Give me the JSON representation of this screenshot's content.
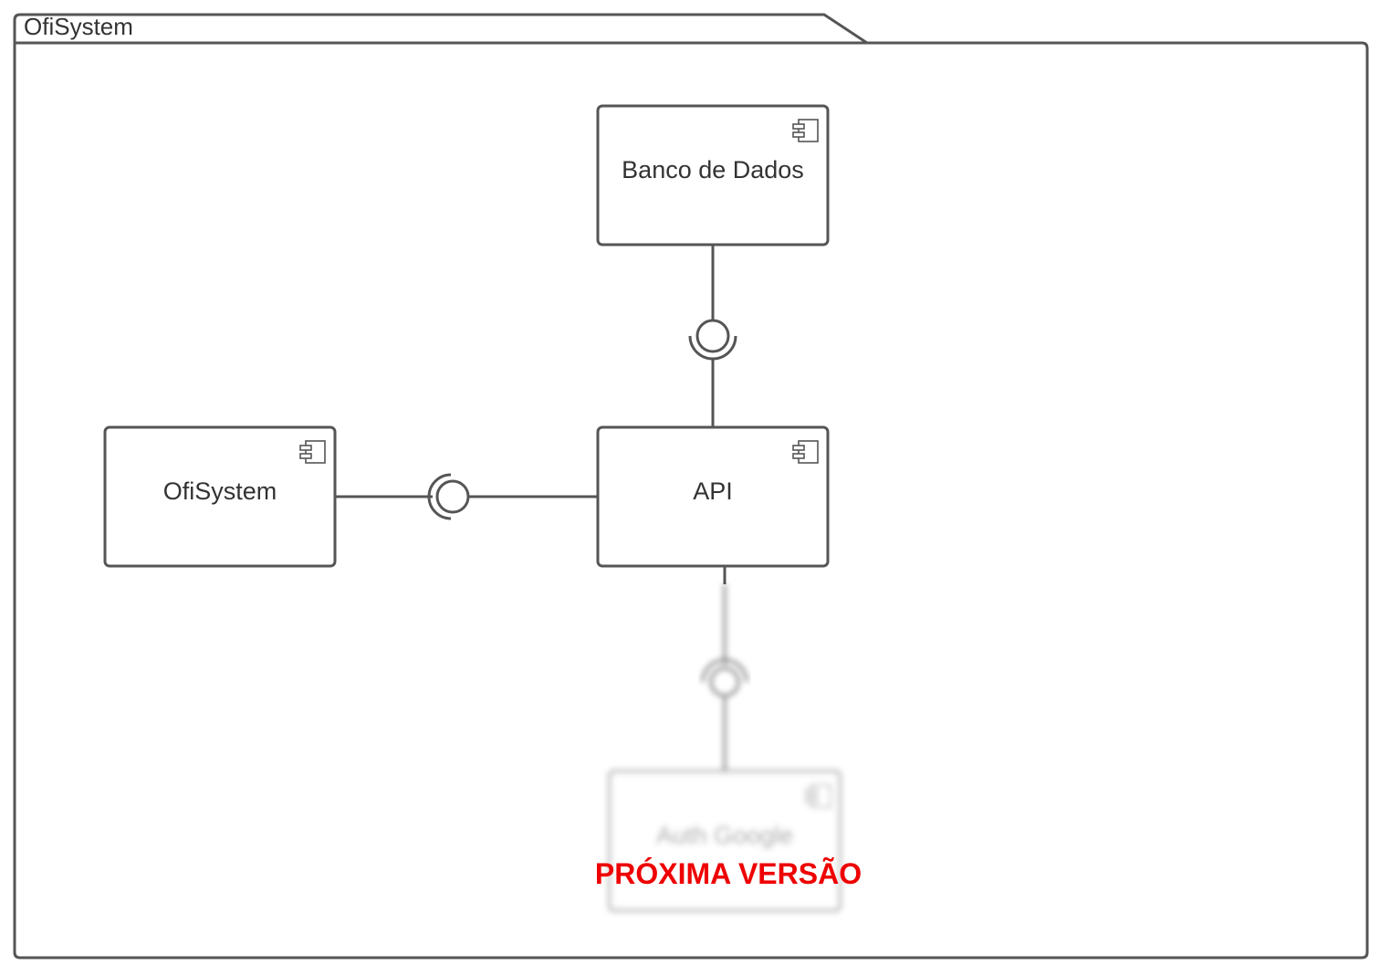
{
  "package": {
    "title": "OfiSystem"
  },
  "components": {
    "banco": {
      "label": "Banco de Dados",
      "icon": "component-icon"
    },
    "ofisystem": {
      "label": "OfiSystem",
      "icon": "component-icon"
    },
    "api": {
      "label": "API",
      "icon": "component-icon"
    },
    "auth": {
      "label": "Auth Google",
      "icon": "component-icon",
      "state": "blurred"
    }
  },
  "notes": {
    "next_version": "PRÓXIMA VERSÃO"
  },
  "colors": {
    "line": "#555555",
    "text": "#333333",
    "note": "#ee0000"
  }
}
